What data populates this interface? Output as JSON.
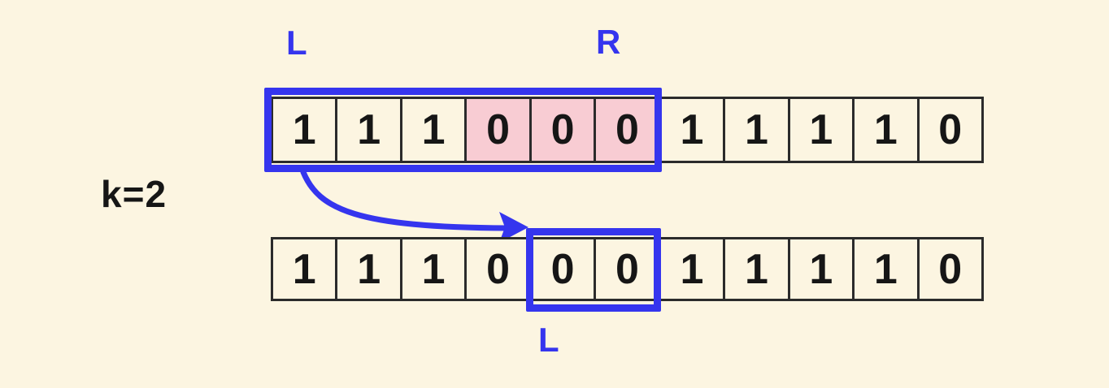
{
  "colors": {
    "background": "#FCF5E1",
    "blue": "#3535EE",
    "pink": "#F8CCD3",
    "ink": "#161616",
    "cell_border": "#2B2B2B"
  },
  "k_label": "k=2",
  "top_row": {
    "left_pointer_label": "L",
    "right_pointer_label": "R",
    "cells": [
      "1",
      "1",
      "1",
      "0",
      "0",
      "0",
      "1",
      "1",
      "1",
      "1",
      "0"
    ],
    "highlighted_indices": [
      3,
      4,
      5
    ],
    "window": {
      "start_index": 0,
      "end_index": 5
    }
  },
  "bottom_row": {
    "left_pointer_label": "L",
    "cells": [
      "1",
      "1",
      "1",
      "0",
      "0",
      "0",
      "1",
      "1",
      "1",
      "1",
      "0"
    ],
    "highlighted_indices": [],
    "window": {
      "start_index": 4,
      "end_index": 5
    }
  }
}
